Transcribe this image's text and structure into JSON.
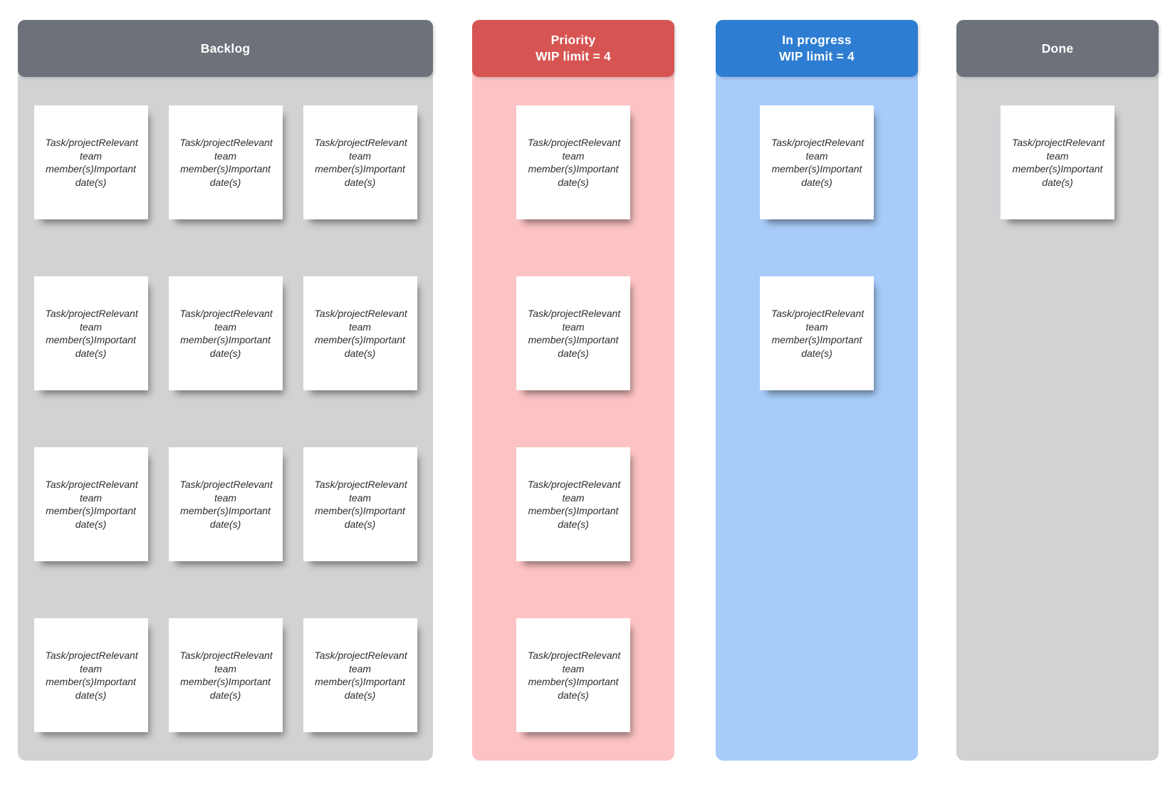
{
  "board": {
    "columns": [
      {
        "id": "backlog",
        "title_lines": [
          "Backlog"
        ],
        "header_color": "#6d727a",
        "body_color": "#d1d2d4",
        "cards_per_row": 3,
        "cards": [
          {
            "lines": [
              "Task/project",
              "Relevant team member(s)",
              "Important date(s)"
            ]
          },
          {
            "lines": [
              "Task/project",
              "Relevant team member(s)",
              "Important date(s)"
            ]
          },
          {
            "lines": [
              "Task/project",
              "Relevant team member(s)",
              "Important date(s)"
            ]
          },
          {
            "lines": [
              "Task/project",
              "Relevant team member(s)",
              "Important date(s)"
            ]
          },
          {
            "lines": [
              "Task/project",
              "Relevant team member(s)",
              "Important date(s)"
            ]
          },
          {
            "lines": [
              "Task/project",
              "Relevant team member(s)",
              "Important date(s)"
            ]
          },
          {
            "lines": [
              "Task/project",
              "Relevant team member(s)",
              "Important date(s)"
            ]
          },
          {
            "lines": [
              "Task/project",
              "Relevant team member(s)",
              "Important date(s)"
            ]
          },
          {
            "lines": [
              "Task/project",
              "Relevant team member(s)",
              "Important date(s)"
            ]
          },
          {
            "lines": [
              "Task/project",
              "Relevant team member(s)",
              "Important date(s)"
            ]
          },
          {
            "lines": [
              "Task/project",
              "Relevant team member(s)",
              "Important date(s)"
            ]
          },
          {
            "lines": [
              "Task/project",
              "Relevant team member(s)",
              "Important date(s)"
            ]
          }
        ]
      },
      {
        "id": "priority",
        "title_lines": [
          "Priority",
          "WIP limit = 4"
        ],
        "header_color": "#d65552",
        "body_color": "#fcc2c4",
        "cards_per_row": 1,
        "cards": [
          {
            "lines": [
              "Task/project",
              "Relevant team member(s)",
              "Important date(s)"
            ]
          },
          {
            "lines": [
              "Task/project",
              "Relevant team member(s)",
              "Important date(s)"
            ]
          },
          {
            "lines": [
              "Task/project",
              "Relevant team member(s)",
              "Important date(s)"
            ]
          },
          {
            "lines": [
              "Task/project",
              "Relevant team member(s)",
              "Important date(s)"
            ]
          }
        ]
      },
      {
        "id": "in-progress",
        "title_lines": [
          "In progress",
          "WIP limit = 4"
        ],
        "header_color": "#2d7dd2",
        "body_color": "#a7ccf9",
        "cards_per_row": 1,
        "cards": [
          {
            "lines": [
              "Task/project",
              "Relevant team member(s)",
              "Important date(s)"
            ]
          },
          {
            "lines": [
              "Task/project",
              "Relevant team member(s)",
              "Important date(s)"
            ]
          }
        ]
      },
      {
        "id": "done",
        "title_lines": [
          "Done"
        ],
        "header_color": "#6d727a",
        "body_color": "#d1d2d4",
        "cards_per_row": 1,
        "cards": [
          {
            "lines": [
              "Task/project",
              "Relevant team member(s)",
              "Important date(s)"
            ]
          }
        ]
      }
    ]
  }
}
